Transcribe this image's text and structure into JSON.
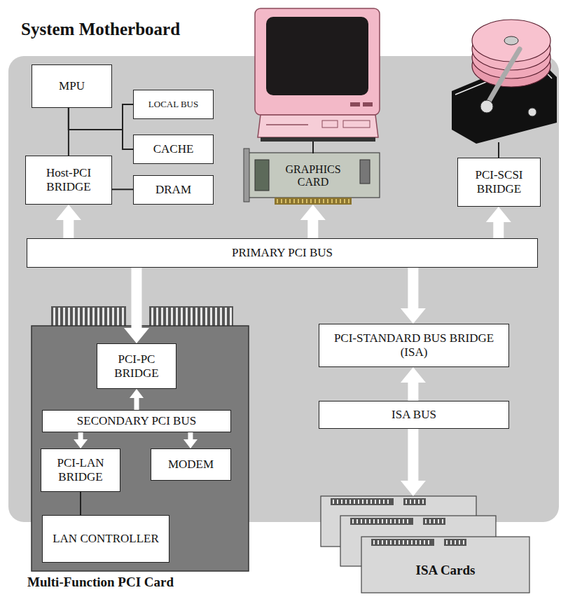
{
  "diagram": {
    "nodes": [
      {
        "text": [
          "System Motherboard"
        ]
      },
      {
        "text": [
          "MPU"
        ],
        "in": 0
      },
      {
        "text": [
          "LOCAL BUS"
        ],
        "in": 0
      },
      {
        "text": [
          "CACHE"
        ],
        "in": 0
      },
      {
        "text": [
          "Host-PCI BRIDGE"
        ],
        "in": 0
      },
      {
        "text": [
          "DRAM"
        ],
        "in": 0
      },
      {
        "text": [
          "GRAPHICS CARD"
        ],
        "in": 0
      },
      {
        "text": [
          "PCI-SCSI BRIDGE"
        ],
        "in": 0
      },
      {
        "text": [
          "PRIMARY PCI BUS"
        ],
        "in": 0
      },
      {
        "text": [
          "Multi-Function PCI Card"
        ]
      },
      {
        "text": [
          "PCI-PC BRIDGE"
        ],
        "in": 9
      },
      {
        "text": [
          "SECONDARY PCI BUS"
        ],
        "in": 9
      },
      {
        "text": [
          "PCI-LAN BRIDGE"
        ],
        "in": 9
      },
      {
        "text": [
          "MODEM"
        ],
        "in": 9
      },
      {
        "text": [
          "LAN CONTROLLER"
        ],
        "in": 9
      },
      {
        "text": [
          "PCI-STANDARD BUS BRIDGE (ISA)"
        ],
        "in": 0
      },
      {
        "text": [
          "ISA BUS"
        ],
        "in": 0
      },
      {
        "text": [
          "ISA Cards"
        ]
      }
    ],
    "edges": [
      {
        "from": 1,
        "to": 4,
        "arrow": "none"
      },
      {
        "from": 1,
        "to": 2,
        "arrow": "none"
      },
      {
        "from": 1,
        "to": 3,
        "arrow": "none"
      },
      {
        "from": 4,
        "to": 5,
        "arrow": "none"
      },
      {
        "from": 8,
        "to": 4,
        "arrow": "to"
      },
      {
        "from": 8,
        "to": 6,
        "arrow": "to"
      },
      {
        "from": 8,
        "to": 7,
        "arrow": "to"
      },
      {
        "from": 8,
        "to": 10,
        "arrow": "to"
      },
      {
        "from": 8,
        "to": 15,
        "arrow": "to"
      },
      {
        "from": 11,
        "to": 10,
        "arrow": "to"
      },
      {
        "from": 11,
        "to": 12,
        "arrow": "to"
      },
      {
        "from": 11,
        "to": 13,
        "arrow": "to"
      },
      {
        "from": 12,
        "to": 14,
        "arrow": "none"
      },
      {
        "from": 16,
        "to": 15,
        "arrow": "to"
      },
      {
        "from": 16,
        "to": 17,
        "arrow": "to"
      }
    ]
  }
}
